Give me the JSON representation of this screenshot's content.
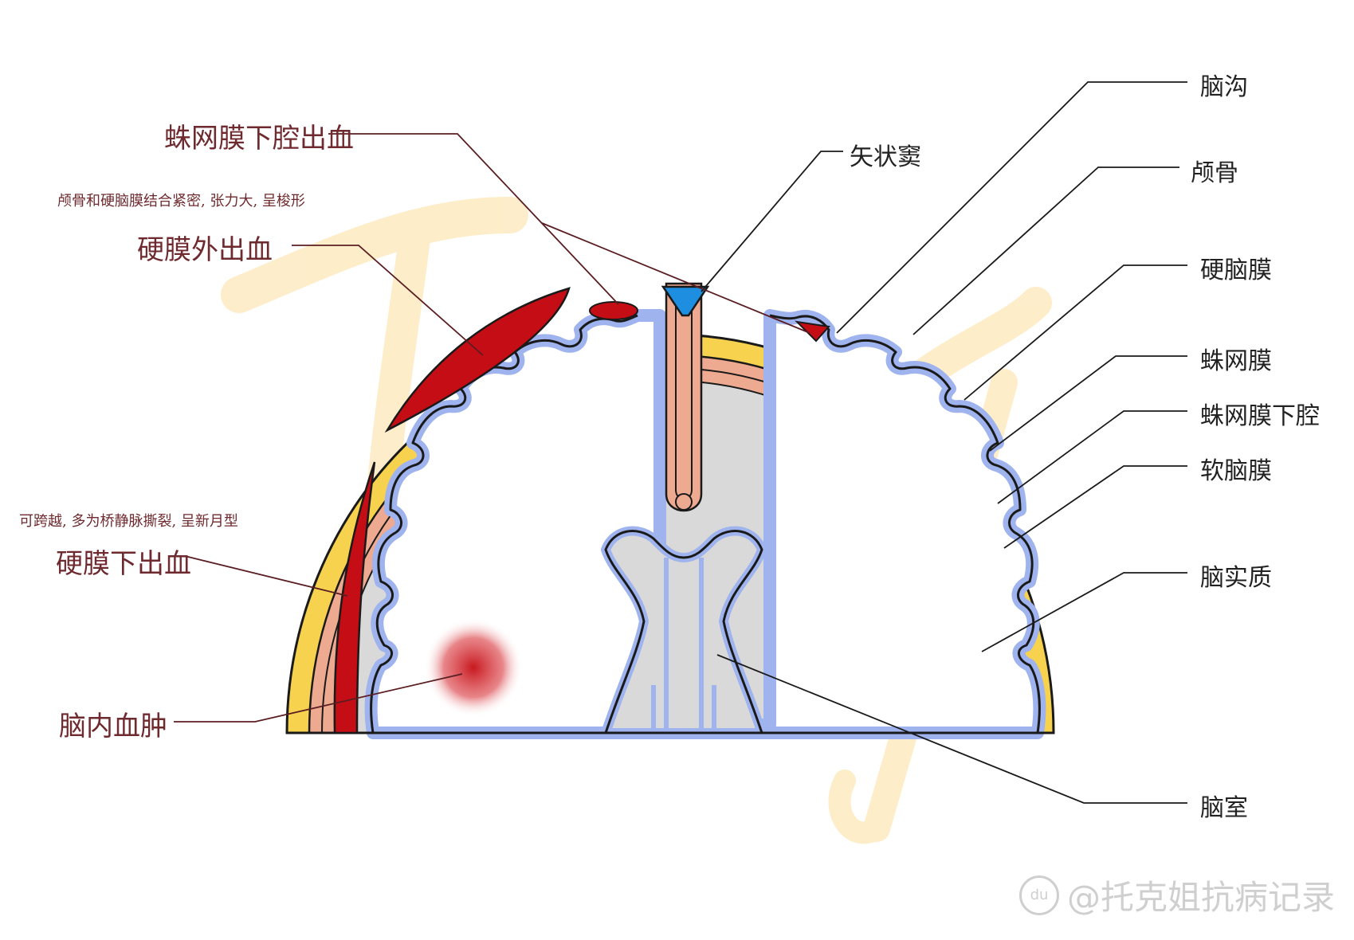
{
  "labels_right": {
    "sulcus": "脑沟",
    "sagittal_sinus": "矢状窦",
    "skull": "颅骨",
    "dura": "硬脑膜",
    "arachnoid": "蛛网膜",
    "subarachnoid": "蛛网膜下腔",
    "pia": "软脑膜",
    "parenchyma": "脑实质",
    "ventricle": "脑室"
  },
  "labels_left": {
    "sah": "蛛网膜下腔出血",
    "epidural": "硬膜外出血",
    "subdural": "硬膜下出血",
    "intracerebral": "脑内血肿"
  },
  "notes": {
    "epidural_note": "颅骨和硬脑膜结合紧密, 张力大, 呈梭形",
    "subdural_note": "可跨越, 多为桥静脉撕裂, 呈新月型"
  },
  "watermark": {
    "logo": "du",
    "text": "@托克姐抗病记录"
  },
  "colors": {
    "skull": "#f7d24f",
    "dura": "#eeaa90",
    "subarachnoid": "#d9d9d9",
    "pia": "#9fb3ee",
    "blood": "#c40d14",
    "sinus": "#1e8fe0",
    "watermark_brush": "#fde7b8"
  }
}
